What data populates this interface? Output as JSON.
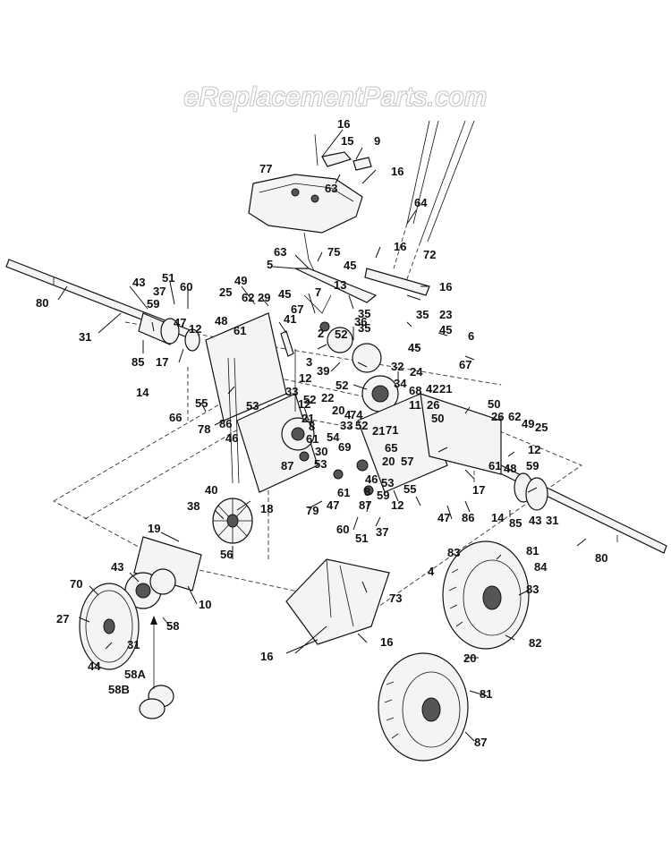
{
  "watermark": "eReplacementParts.com",
  "callouts": {
    "c1": "16",
    "c2": "15",
    "c3": "9",
    "c4": "77",
    "c5": "16",
    "c6": "63",
    "c7": "64",
    "c8": "63",
    "c9": "75",
    "c10": "5",
    "c11": "16",
    "c12": "45",
    "c13": "72",
    "c14": "80",
    "c15": "43",
    "c16": "51",
    "c17": "37",
    "c18": "60",
    "c19": "59",
    "c20": "47",
    "c21": "31",
    "c22": "12",
    "c23": "85",
    "c24": "17",
    "c25": "14",
    "c26": "49",
    "c27": "25",
    "c28": "62",
    "c29": "29",
    "c30": "45",
    "c31": "48",
    "c32": "61",
    "c33": "41",
    "c34": "67",
    "c35": "7",
    "c36": "13",
    "c37": "16",
    "c38": "36",
    "c39": "35",
    "c40": "35",
    "c41": "35",
    "c42": "23",
    "c43": "45",
    "c44": "6",
    "c45": "2",
    "c46": "52",
    "c47": "45",
    "c48": "3",
    "c49": "39",
    "c50": "52",
    "c51": "32",
    "c52": "24",
    "c53": "67",
    "c54": "12",
    "c55": "33",
    "c56": "52",
    "c57": "22",
    "c58": "34",
    "c59": "68",
    "c60": "42",
    "c61": "21",
    "c62": "55",
    "c63": "66",
    "c64": "78",
    "c65": "86",
    "c66": "53",
    "c67": "46",
    "c68": "12",
    "c69": "8",
    "c70": "21",
    "c71": "20",
    "c72": "4",
    "c73": "74",
    "c74": "11",
    "c75": "26",
    "c76": "61",
    "c77": "54",
    "c78": "33",
    "c79": "52",
    "c80": "21",
    "c81": "71",
    "c82": "65",
    "c83": "50",
    "c84": "50",
    "c85": "26",
    "c86": "62",
    "c87": "49",
    "c88": "25",
    "c89": "87",
    "c90": "30",
    "c91": "69",
    "c92": "20",
    "c93": "57",
    "c94": "12",
    "c95": "59",
    "c96": "53",
    "c97": "61",
    "c98": "48",
    "c99": "46",
    "c100": "53",
    "c101": "55",
    "c102": "8",
    "c103": "59",
    "c104": "61",
    "c105": "17",
    "c106": "79",
    "c107": "47",
    "c108": "87",
    "c109": "12",
    "c110": "47",
    "c111": "86",
    "c112": "14",
    "c113": "85",
    "c114": "43",
    "c115": "31",
    "c116": "60",
    "c117": "51",
    "c118": "37",
    "c119": "40",
    "c120": "38",
    "c121": "18",
    "c122": "19",
    "c123": "56",
    "c124": "43",
    "c125": "10",
    "c126": "70",
    "c127": "58",
    "c128": "27",
    "c129": "31",
    "c130": "44",
    "c131": "58A",
    "c132": "58B",
    "c133": "73",
    "c134": "16",
    "c135": "16",
    "c136": "83",
    "c137": "81",
    "c138": "84",
    "c139": "83",
    "c140": "82",
    "c141": "80",
    "c142": "20",
    "c143": "81",
    "c144": "87",
    "c145": "4"
  }
}
